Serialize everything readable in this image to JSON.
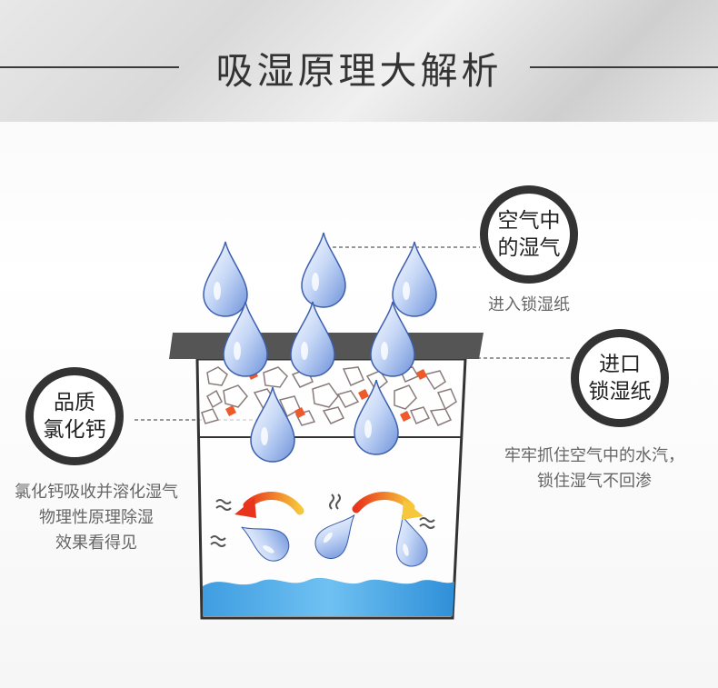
{
  "header": {
    "title": "吸湿原理大解析"
  },
  "callouts": {
    "air_moisture": {
      "line1": "空气中",
      "line2": "的湿气",
      "note": "进入锁湿纸"
    },
    "lock_paper": {
      "line1": "进口",
      "line2": "锁湿纸",
      "note_line1": "牢牢抓住空气中的水汽，",
      "note_line2": "锁住湿气不回渗"
    },
    "calcium_chloride": {
      "line1": "品质",
      "line2": "氯化钙",
      "note_line1": "氯化钙吸收并溶化湿气",
      "note_line2": "物理性原理除湿",
      "note_line3": "效果看得见"
    }
  },
  "icons": [
    "water-drop-icon",
    "wave-icon",
    "curved-arrow-icon",
    "crystal-icon"
  ],
  "colors": {
    "drop_fill": "#a9c3ef",
    "drop_edge": "#3c5fae",
    "water": "#3f9de0",
    "lid": "#555555",
    "arrow_red": "#e8341c",
    "arrow_yellow": "#f6c73a",
    "crystal_red": "#ee5a2a",
    "text_dark": "#333333",
    "text_gray": "#666666"
  }
}
